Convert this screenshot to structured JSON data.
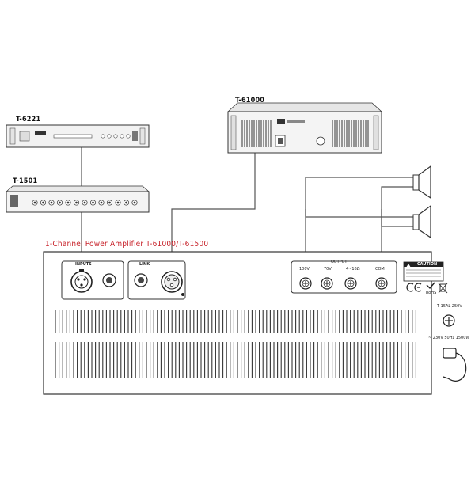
{
  "devices": {
    "t6221": {
      "model": "T-6221"
    },
    "t1501": {
      "model": "T-1501"
    },
    "t61000": {
      "model": "T-61000"
    }
  },
  "panel": {
    "title": "1-Channel Power Amplifier T-61000/T-61500",
    "inputs_label": "INPUTS",
    "link_label": "LINK",
    "output_label": "OUTPUT",
    "taps": [
      "100V",
      "70V",
      "4~16Ω",
      "COM"
    ],
    "caution_label": "CAUTION",
    "fuse_label": "T 15AL 250V",
    "power_label": "~ 230V 50Hz 1500W"
  },
  "colors": {
    "title_red": "#c8242c",
    "line": "#444444"
  },
  "icons": [
    "xlr-female-icon",
    "jack-icon",
    "xlr-male-icon",
    "binding-post-icon",
    "speaker-icon",
    "fuse-icon",
    "power-cord-icon",
    "caution-label-icon",
    "ce-mark-icon",
    "rohs-mark-icon",
    "weee-bin-icon"
  ]
}
